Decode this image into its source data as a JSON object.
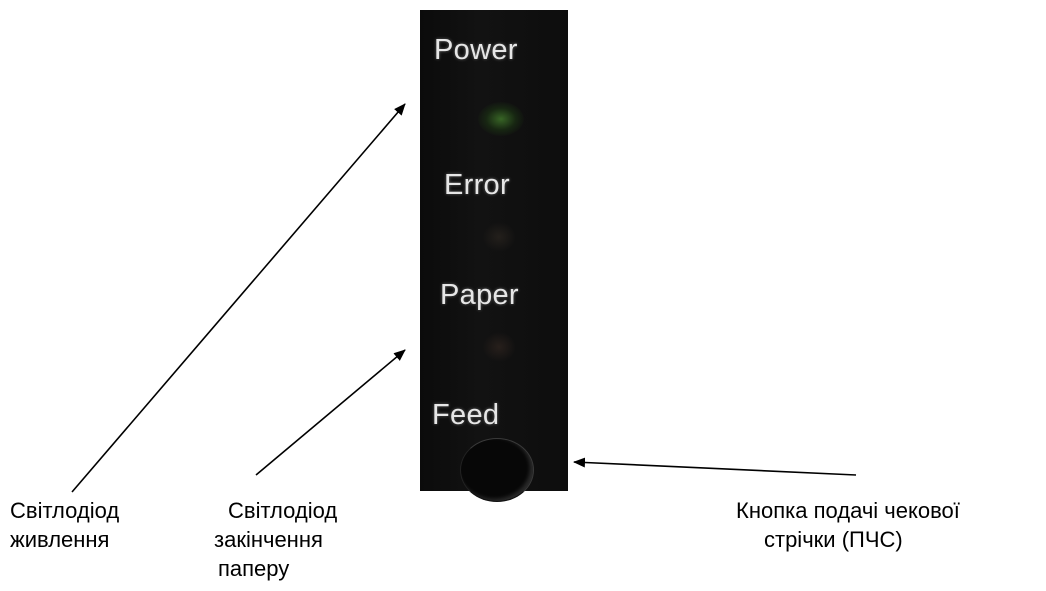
{
  "panel": {
    "labels": {
      "power": "Power",
      "error": "Error",
      "paper": "Paper",
      "feed": "Feed"
    }
  },
  "captions": {
    "power_led": {
      "line1": "Світлодіод",
      "line2": "живлення"
    },
    "paper_led": {
      "line1": "Світлодіод",
      "line2": "закінчення",
      "line3": "паперу"
    },
    "feed_button": {
      "line1": "Кнопка подачі чекової",
      "line2": "стрічки (ПЧС)"
    }
  },
  "colors": {
    "panel": "#0d0d0d",
    "panel_text": "#e6e6e6",
    "power_led": "#3c6e28",
    "arrow": "#000000"
  }
}
